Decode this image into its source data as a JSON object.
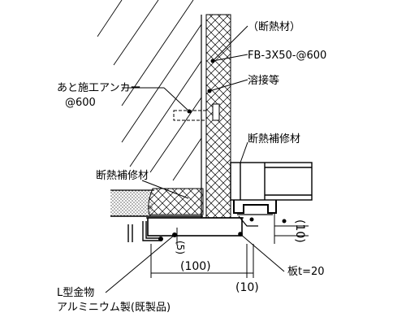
{
  "labels": {
    "insulation_material": "（断熱材）",
    "flat_bar": "FB-3X50-@600",
    "welding": "溶接等",
    "post_anchor_line1": "あと施工アンカー",
    "post_anchor_line2": "@600",
    "insulation_repair_right": "断熱補修材",
    "insulation_repair_left": "断熱補修材",
    "l_bracket": "L型金物",
    "aluminum_product": "アルミニウム製(既製品)",
    "plate": "板t=20"
  },
  "dimensions": {
    "d100": "(100)",
    "d10_bottom": "(10)",
    "d10_right": "(10)",
    "d5": "(5)"
  }
}
